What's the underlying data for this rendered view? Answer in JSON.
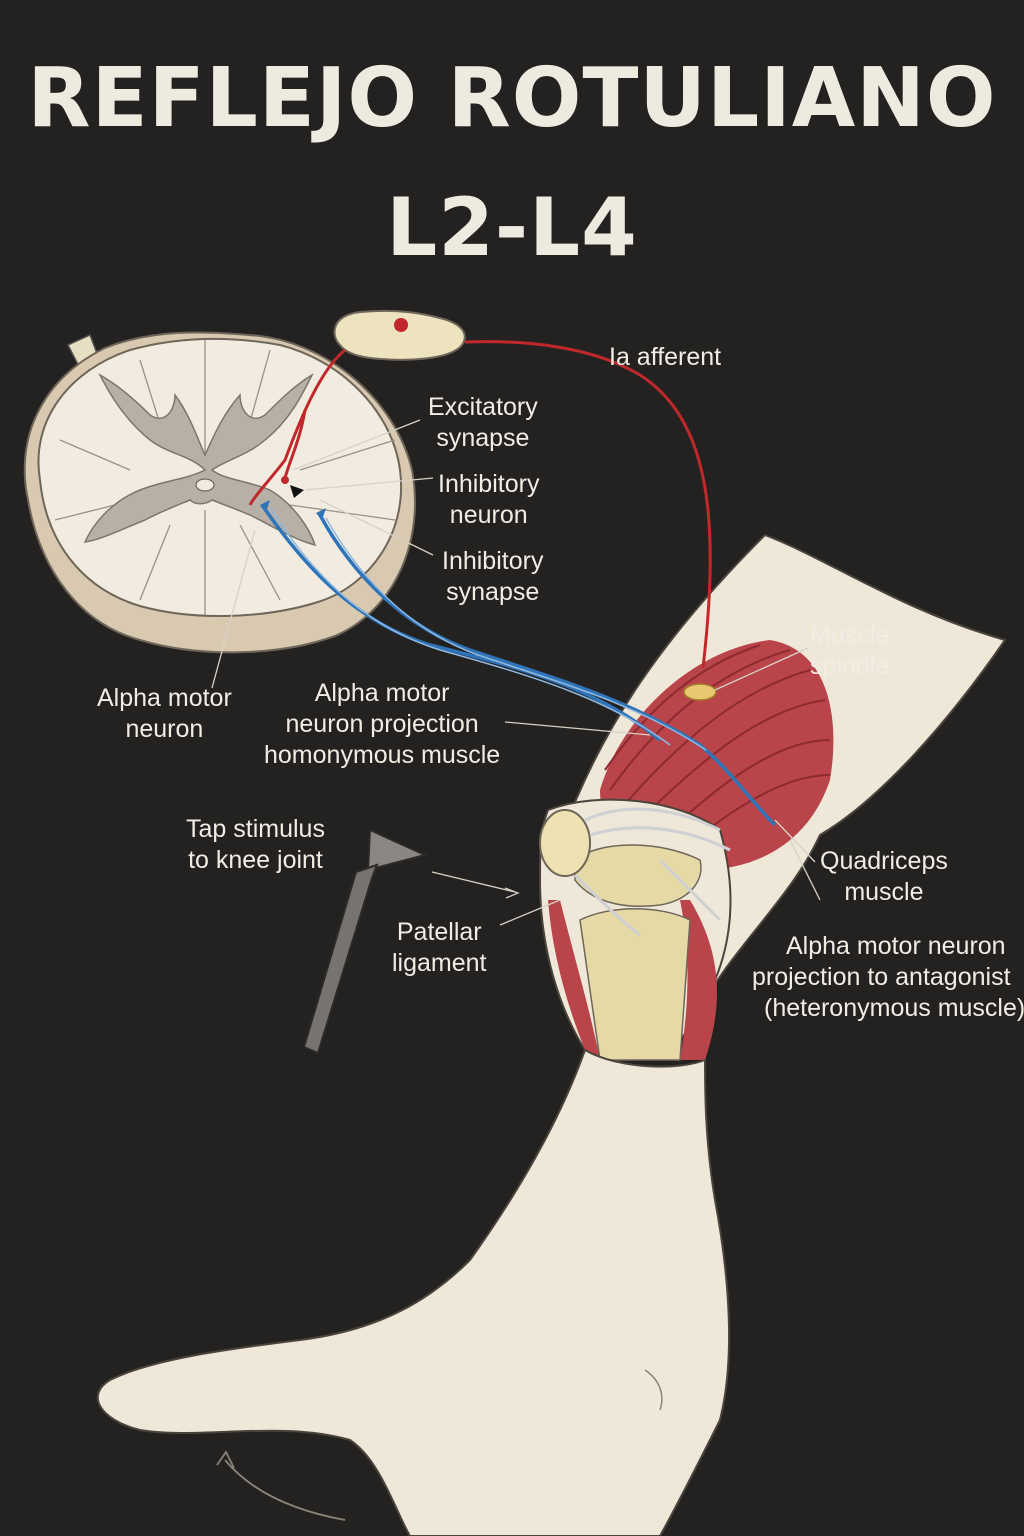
{
  "title": {
    "line1": "REFLEJO ROTULIANO",
    "line2": "L2-L4"
  },
  "labels": {
    "ia_afferent": "Ia afferent",
    "excitatory_synapse": [
      "Excitatory",
      "synapse"
    ],
    "inhibitory_neuron": [
      "Inhibitory",
      "neuron"
    ],
    "inhibitory_synapse": [
      "Inhibitory",
      "synapse"
    ],
    "muscle_spindle": [
      "Muscle",
      "spindle"
    ],
    "alpha_motor_neuron": [
      "Alpha motor",
      "neuron"
    ],
    "alpha_motor_projection_homonymous": [
      "Alpha motor",
      "neuron projection",
      "homonymous muscle"
    ],
    "tap_stimulus": [
      "Tap stimulus",
      "to knee joint"
    ],
    "quadriceps_muscle": [
      "Quadriceps",
      "muscle"
    ],
    "patellar_ligament": [
      "Patellar",
      "ligament"
    ],
    "alpha_motor_projection_antagonist": [
      "Alpha motor neuron",
      "projection to antagonist",
      "(heteronymous muscle)"
    ]
  },
  "colors": {
    "background": "#232221",
    "afferent": "#c0282c",
    "efferent": "#2f73b8",
    "muscle": "#b9444a",
    "skin": "#efe7d8",
    "gray_matter": "#b8b0a6"
  }
}
